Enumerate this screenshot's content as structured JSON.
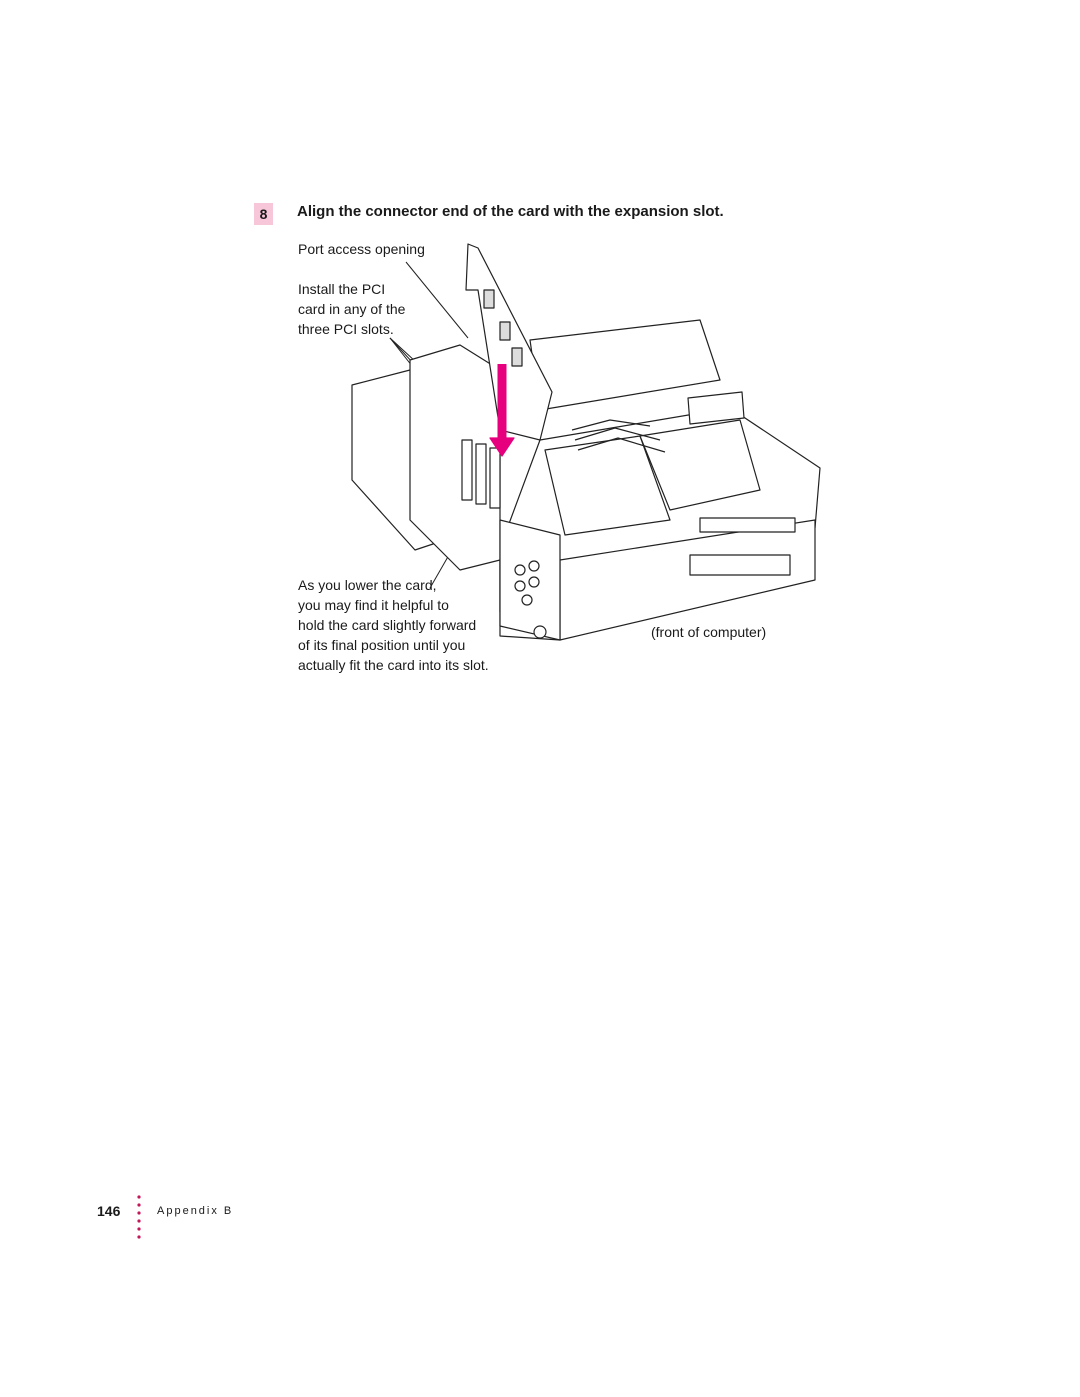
{
  "step": {
    "number": "8",
    "title": "Align the connector end of the card with the expansion slot."
  },
  "figure": {
    "labels": {
      "port_access": "Port access opening",
      "install_pci": [
        "Install the PCI",
        "card in any of the",
        "three PCI slots."
      ],
      "lower_card": [
        "As you lower the card,",
        "you may find it helpful to",
        "hold the card slightly forward",
        "of its final position until you",
        "actually fit the card into its slot."
      ],
      "front": "(front of computer)"
    },
    "arrow_color": "#e6007e",
    "icons": [
      "pci-card",
      "expansion-slots",
      "computer-chassis",
      "insertion-arrow"
    ]
  },
  "footer": {
    "page_number": "146",
    "section": "Appendix B"
  }
}
